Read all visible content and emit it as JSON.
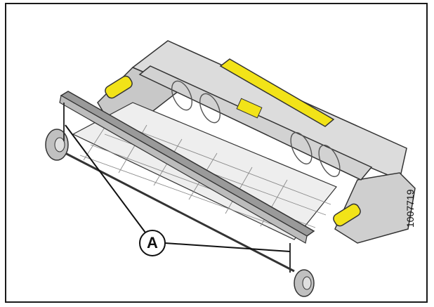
{
  "figure": {
    "callout_label": "A",
    "figure_number": "1007719"
  },
  "colors": {
    "frame_border": "#1a1a1a",
    "body_light": "#dcdcdc",
    "body_mid": "#b8b8b8",
    "body_dark": "#8a8a8a",
    "accent_yellow": "#f2e318",
    "outline": "#333333",
    "callout_line": "#111111"
  },
  "parts": [
    "header-frame",
    "auger",
    "crop-fingers",
    "front-bar",
    "gauge-wheels",
    "yellow-cylinders",
    "end-shield"
  ]
}
